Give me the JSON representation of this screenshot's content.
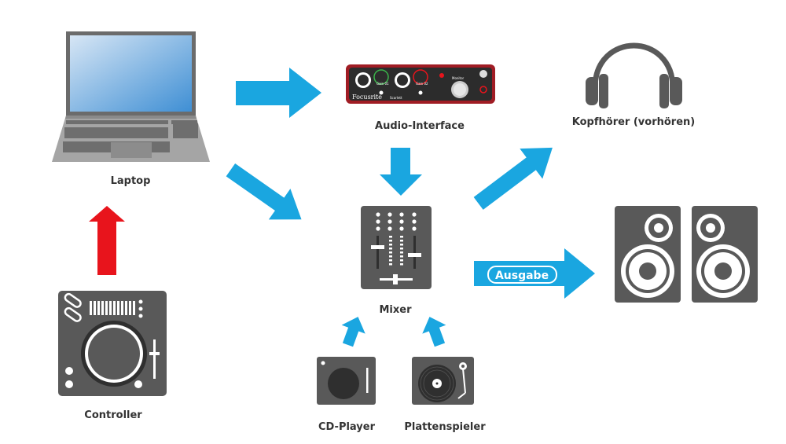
{
  "labels": {
    "laptop": "Laptop",
    "audio_interface": "Audio-Interface",
    "headphones": "Kopfhörer (vorhören)",
    "mixer": "Mixer",
    "controller": "Controller",
    "cd_player": "CD-Player",
    "turntable": "Plattenspieler"
  },
  "output_pill": {
    "label": "Ausgabe"
  },
  "interface_brand": {
    "brand": "Focusrite",
    "model": "Scarlett",
    "gain1": "Gain 01",
    "gain2": "Gain 02",
    "monitor": "Monitor"
  },
  "colors": {
    "arrow_blue": "#1aa6e0",
    "arrow_red": "#e8141c",
    "device_gray": "#595959",
    "interface_red": "#a01c24"
  }
}
